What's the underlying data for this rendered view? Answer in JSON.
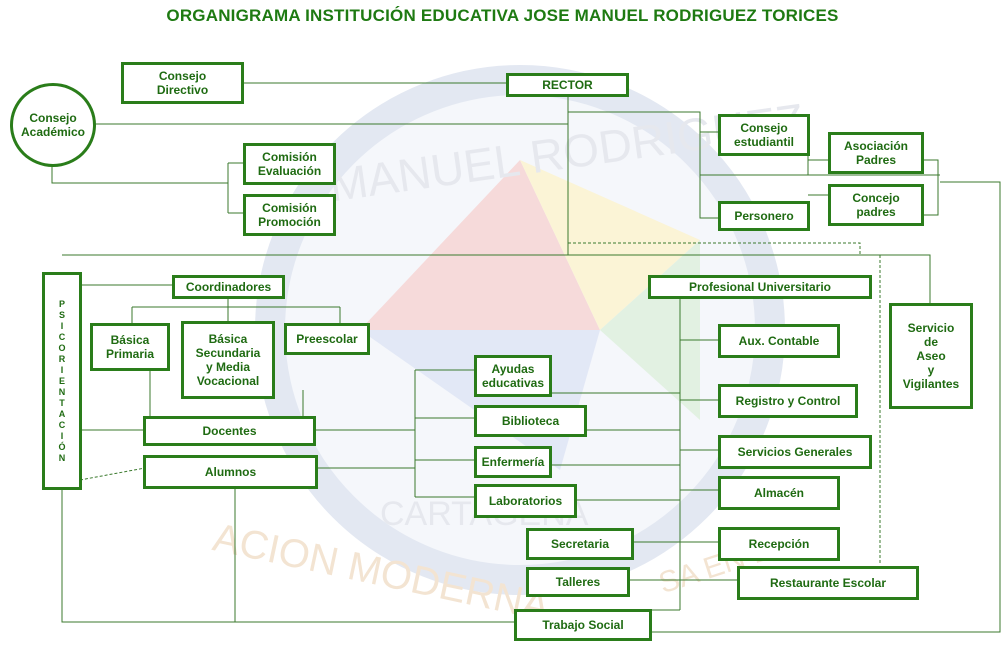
{
  "title": "ORGANIGRAMA INSTITUCIÓN EDUCATIVA JOSE MANUEL RODRIGUEZ TORICES",
  "colors": {
    "box_border": "#2a7d1a",
    "box_text": "#1f6b12",
    "title": "#1e7a12",
    "connector": "#3b7a2e"
  },
  "watermark": {
    "text_top": "MANUEL RODRIGUEZ",
    "text_bottom": "ACION MODERNA",
    "text_city": "CARTAGENA",
    "text_right": "SA EN EL"
  },
  "nodes": {
    "rector": "RECTOR",
    "consejo_directivo": "Consejo\nDirectivo",
    "consejo_academico": "Consejo\nAcadémico",
    "comision_evaluacion": "Comisión\nEvaluación",
    "comision_promocion": "Comisión\nPromoción",
    "consejo_estudiantil": "Consejo\nestudiantil",
    "asociacion_padres": "Asociación\nPadres",
    "concejo_padres": "Concejo\npadres",
    "personero": "Personero",
    "psicorientacion": "P\nS\nI\nC\nO\nR\nI\nE\nN\nT\nA\nC\nI\nÓ\nN",
    "coordinadores": "Coordinadores",
    "basica_primaria": "Básica\nPrimaria",
    "basica_secundaria": "Básica\nSecundaria\ny Media\nVocacional",
    "preescolar": "Preescolar",
    "docentes": "Docentes",
    "alumnos": "Alumnos",
    "ayudas_educativas": "Ayudas\neducativas",
    "biblioteca": "Biblioteca",
    "enfermeria": "Enfermería",
    "laboratorios": "Laboratorios",
    "secretaria": "Secretaria",
    "talleres": "Talleres",
    "trabajo_social": "Trabajo Social",
    "profesional_universitario": "Profesional Universitario",
    "aux_contable": "Aux. Contable",
    "registro_control": "Registro y Control",
    "servicios_generales": "Servicios Generales",
    "almacen": "Almacén",
    "recepcion": "Recepción",
    "restaurante_escolar": "Restaurante Escolar",
    "servicio_aseo": "Servicio\nde\nAseo\ny\nVigilantes"
  }
}
